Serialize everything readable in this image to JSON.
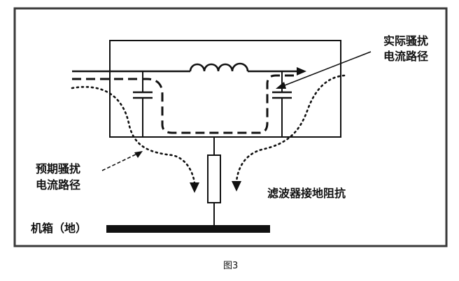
{
  "labels": {
    "actual_path_line1": "实际骚扰",
    "actual_path_line2": "电流路径",
    "expected_path_line1": "预期骚扰",
    "expected_path_line2": "电流路径",
    "filter_ground_impedance": "滤波器接地阻抗",
    "chassis_ground": "机箱（地）",
    "caption": "图3"
  },
  "colors": {
    "ink": "#111111",
    "frame": "#3a3a3a",
    "background": "#ffffff"
  }
}
